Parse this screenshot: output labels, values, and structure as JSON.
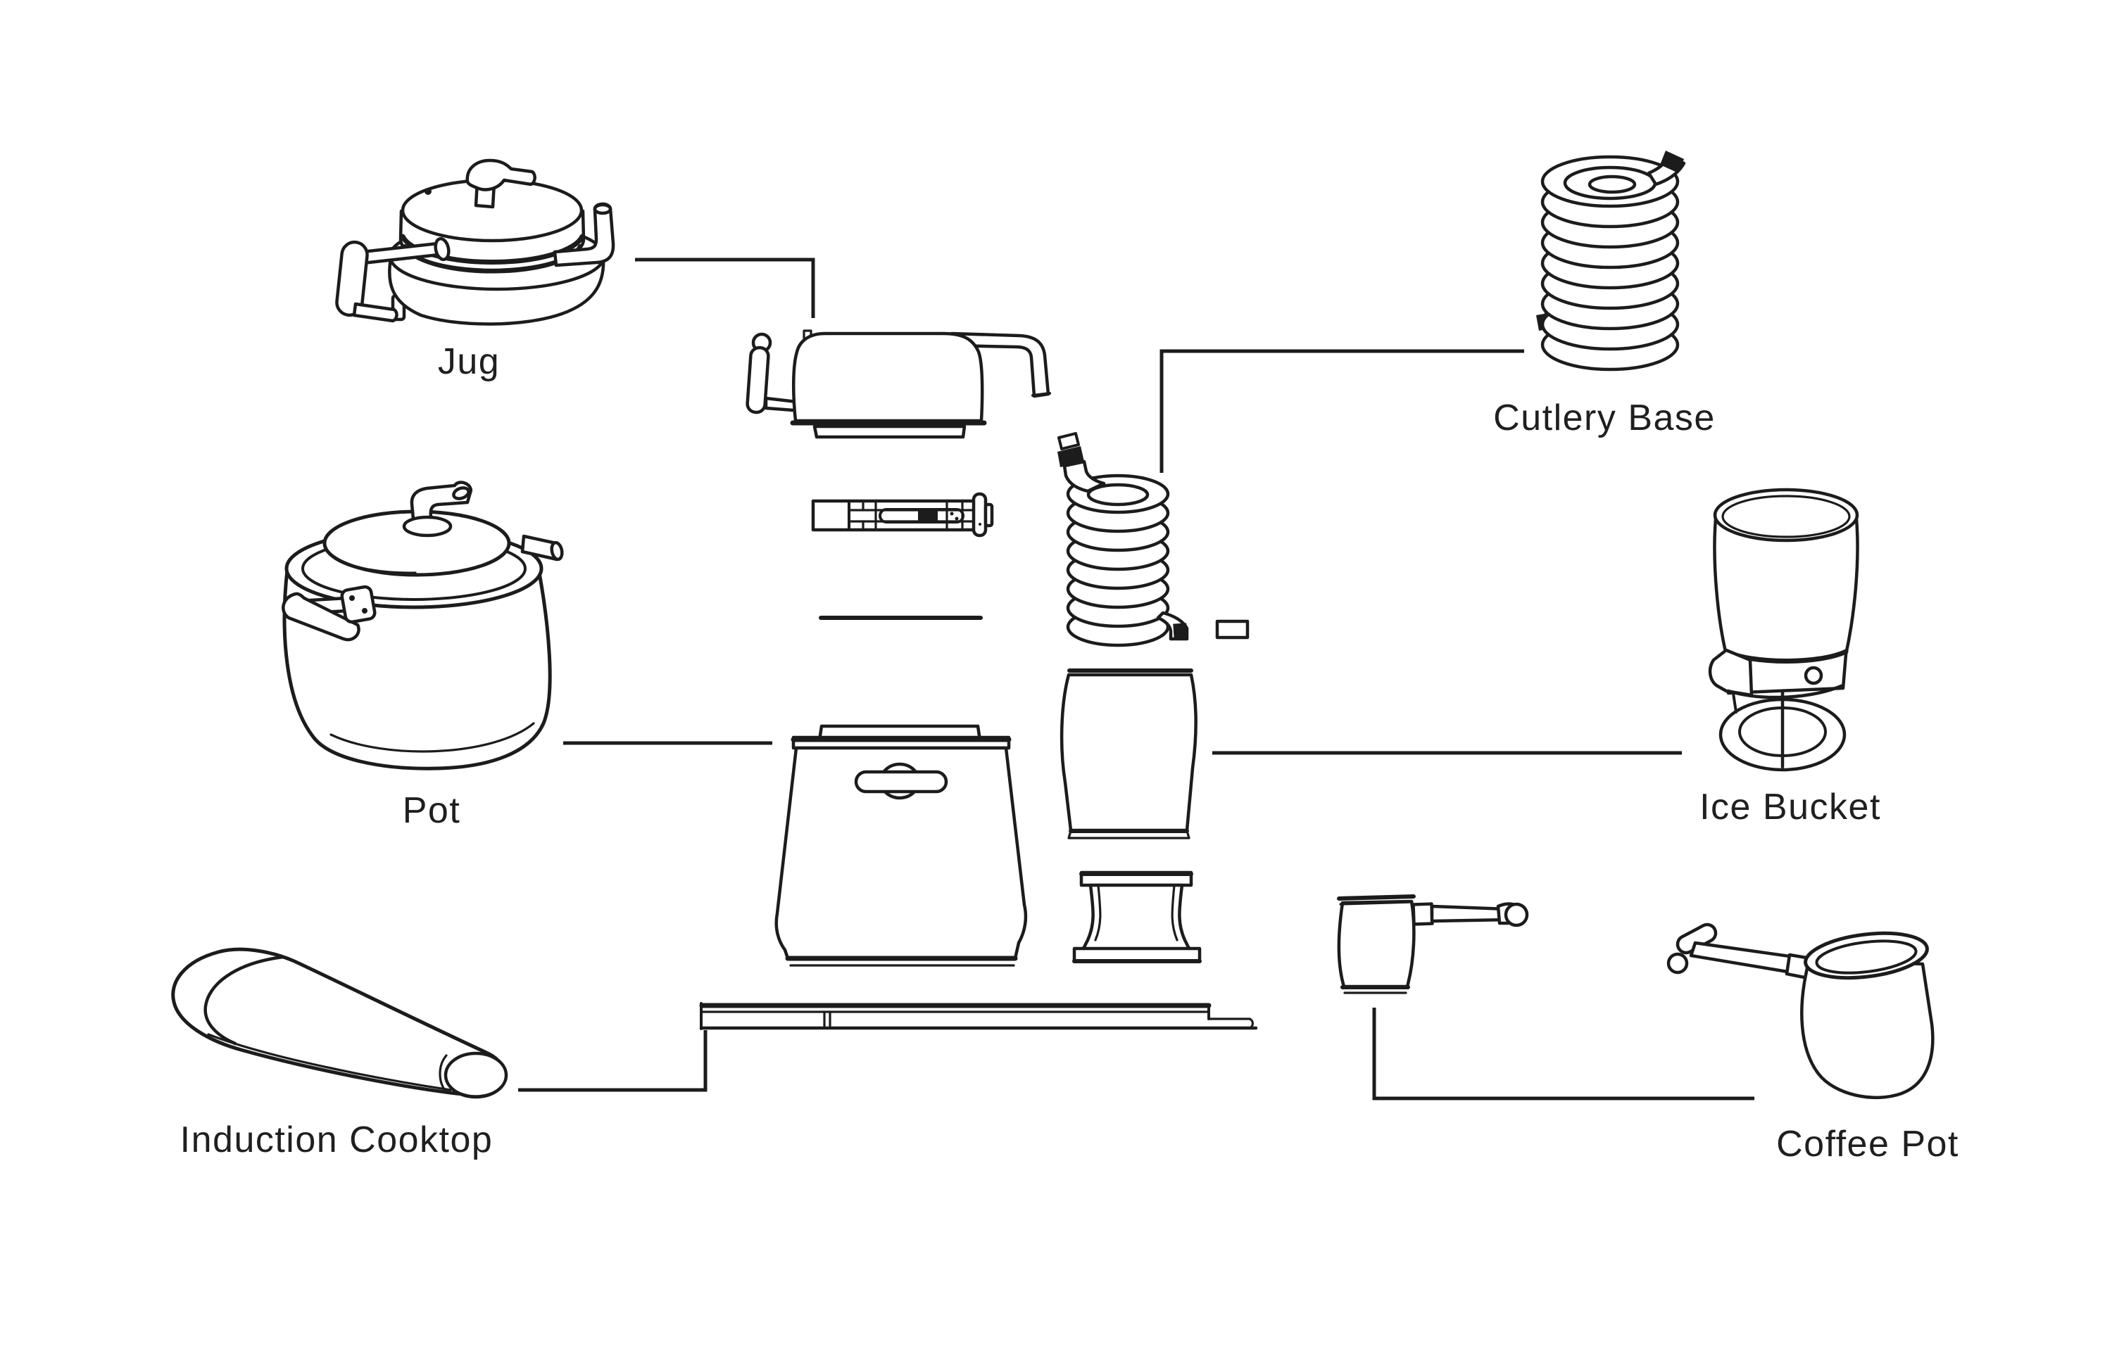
{
  "canvas": {
    "background": "#ffffff",
    "line_color": "#1c1c1c",
    "text_color": "#1f1f1f"
  },
  "labels": {
    "jug": "Jug",
    "cutlery_base": "Cutlery Base",
    "pot": "Pot",
    "ice_bucket": "Ice Bucket",
    "induction_cooktop": "Induction Cooktop",
    "coffee_pot": "Coffee Pot"
  },
  "parts": [
    "jug-drawing",
    "kettle-head-drawing",
    "heating-element-drawing",
    "warming-coil-drawing",
    "cutlery-base-coil-drawing",
    "pot-drawing",
    "bucket-drawing",
    "tumbler-drawing",
    "stand-drawing",
    "tray-drawing",
    "ice-bucket-drawing",
    "induction-cooktop-drawing",
    "small-coffee-pot-drawing",
    "coffee-pot-drawing"
  ]
}
